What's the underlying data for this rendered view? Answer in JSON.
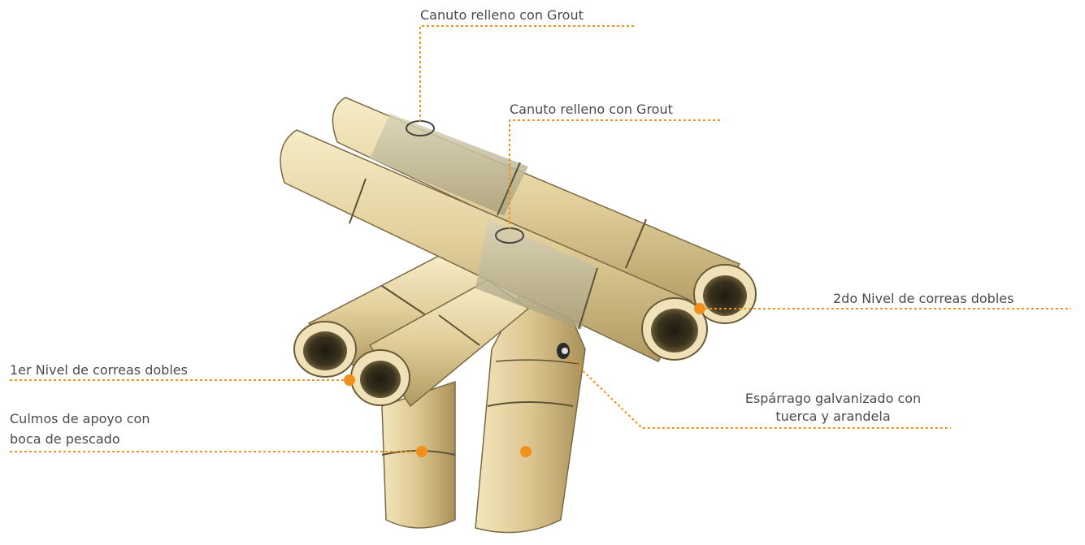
{
  "labels": {
    "top_grout": "Canuto relleno con Grout",
    "mid_grout": "Canuto relleno con Grout",
    "second_level": "2do Nivel de correas dobles",
    "first_level": "1er Nivel de correas dobles",
    "support_line1": "Culmos de apoyo con",
    "support_line2": "boca de pescado",
    "rod_line1": "Espárrago galvanizado con",
    "rod_line2": "tuerca y arandela"
  },
  "colors": {
    "leader": "#f0901e",
    "label_text": "#4a4a4a",
    "bamboo_light": "#efe0b4",
    "bamboo_mid": "#d9c48e",
    "bamboo_dark": "#a8925c",
    "grout": "#c8c0a0"
  }
}
